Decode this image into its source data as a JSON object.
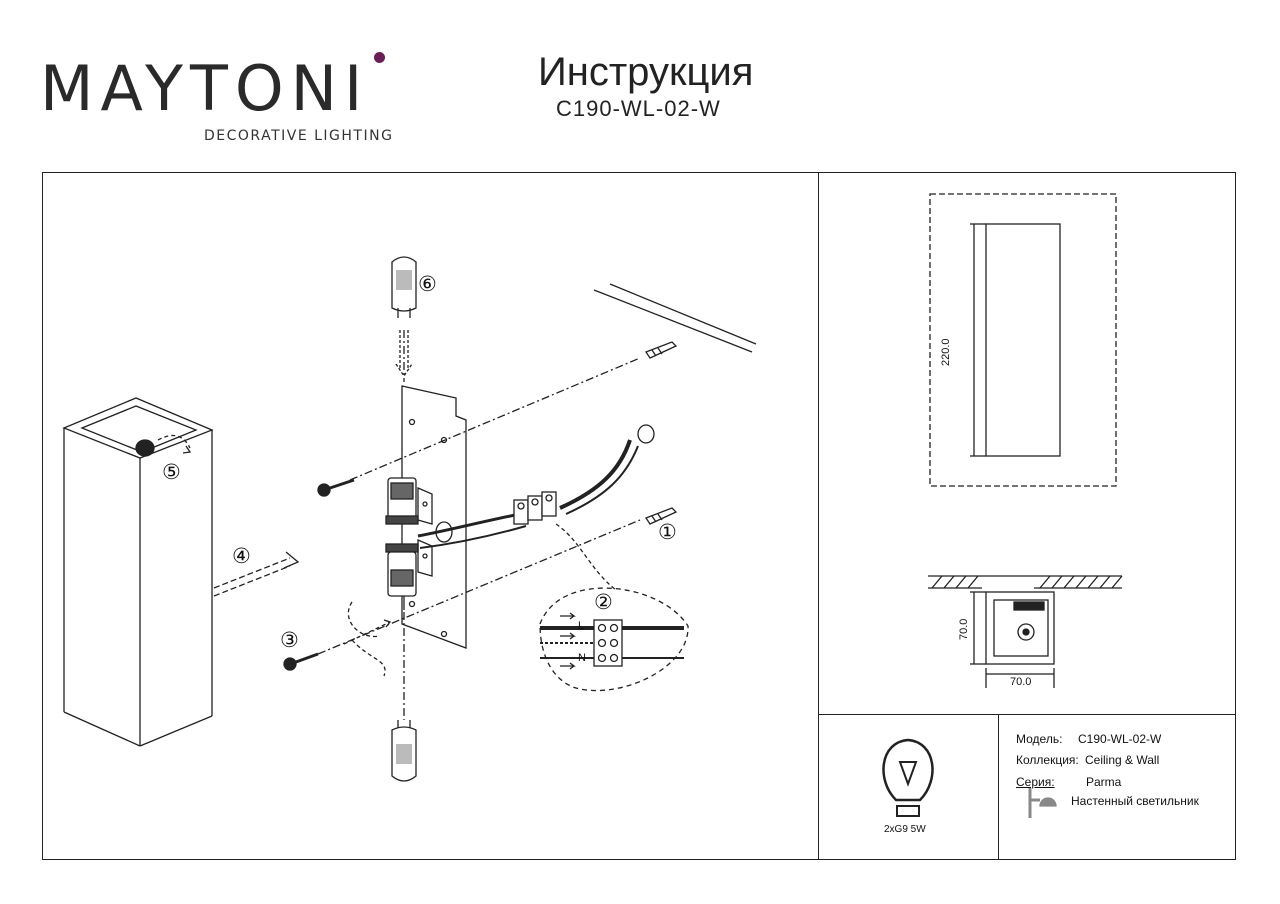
{
  "header": {
    "brand": "MAYTONI",
    "brand_tagline": "DECORATIVE LIGHTING",
    "title": "Инструкция",
    "model_code": "C190-WL-02-W"
  },
  "diagram": {
    "callouts": [
      "①",
      "②",
      "③",
      "④",
      "⑤",
      "⑥"
    ],
    "terminal_labels": [
      "L",
      "N"
    ]
  },
  "dimensions": {
    "height": "220.0",
    "depth": "70.0",
    "width": "70.0"
  },
  "lamp": {
    "bulb_spec": "2xG9 5W"
  },
  "specs": {
    "model_label": "Модель:",
    "model_value": "C190-WL-02-W",
    "collection_label": "Коллекция:",
    "collection_value": "Ceiling & Wall",
    "series_label": "Серия:",
    "series_value": "Parma",
    "type_value": "Настенный светильник"
  },
  "colors": {
    "brand_accent": "#6b1e55",
    "line": "#222222"
  }
}
